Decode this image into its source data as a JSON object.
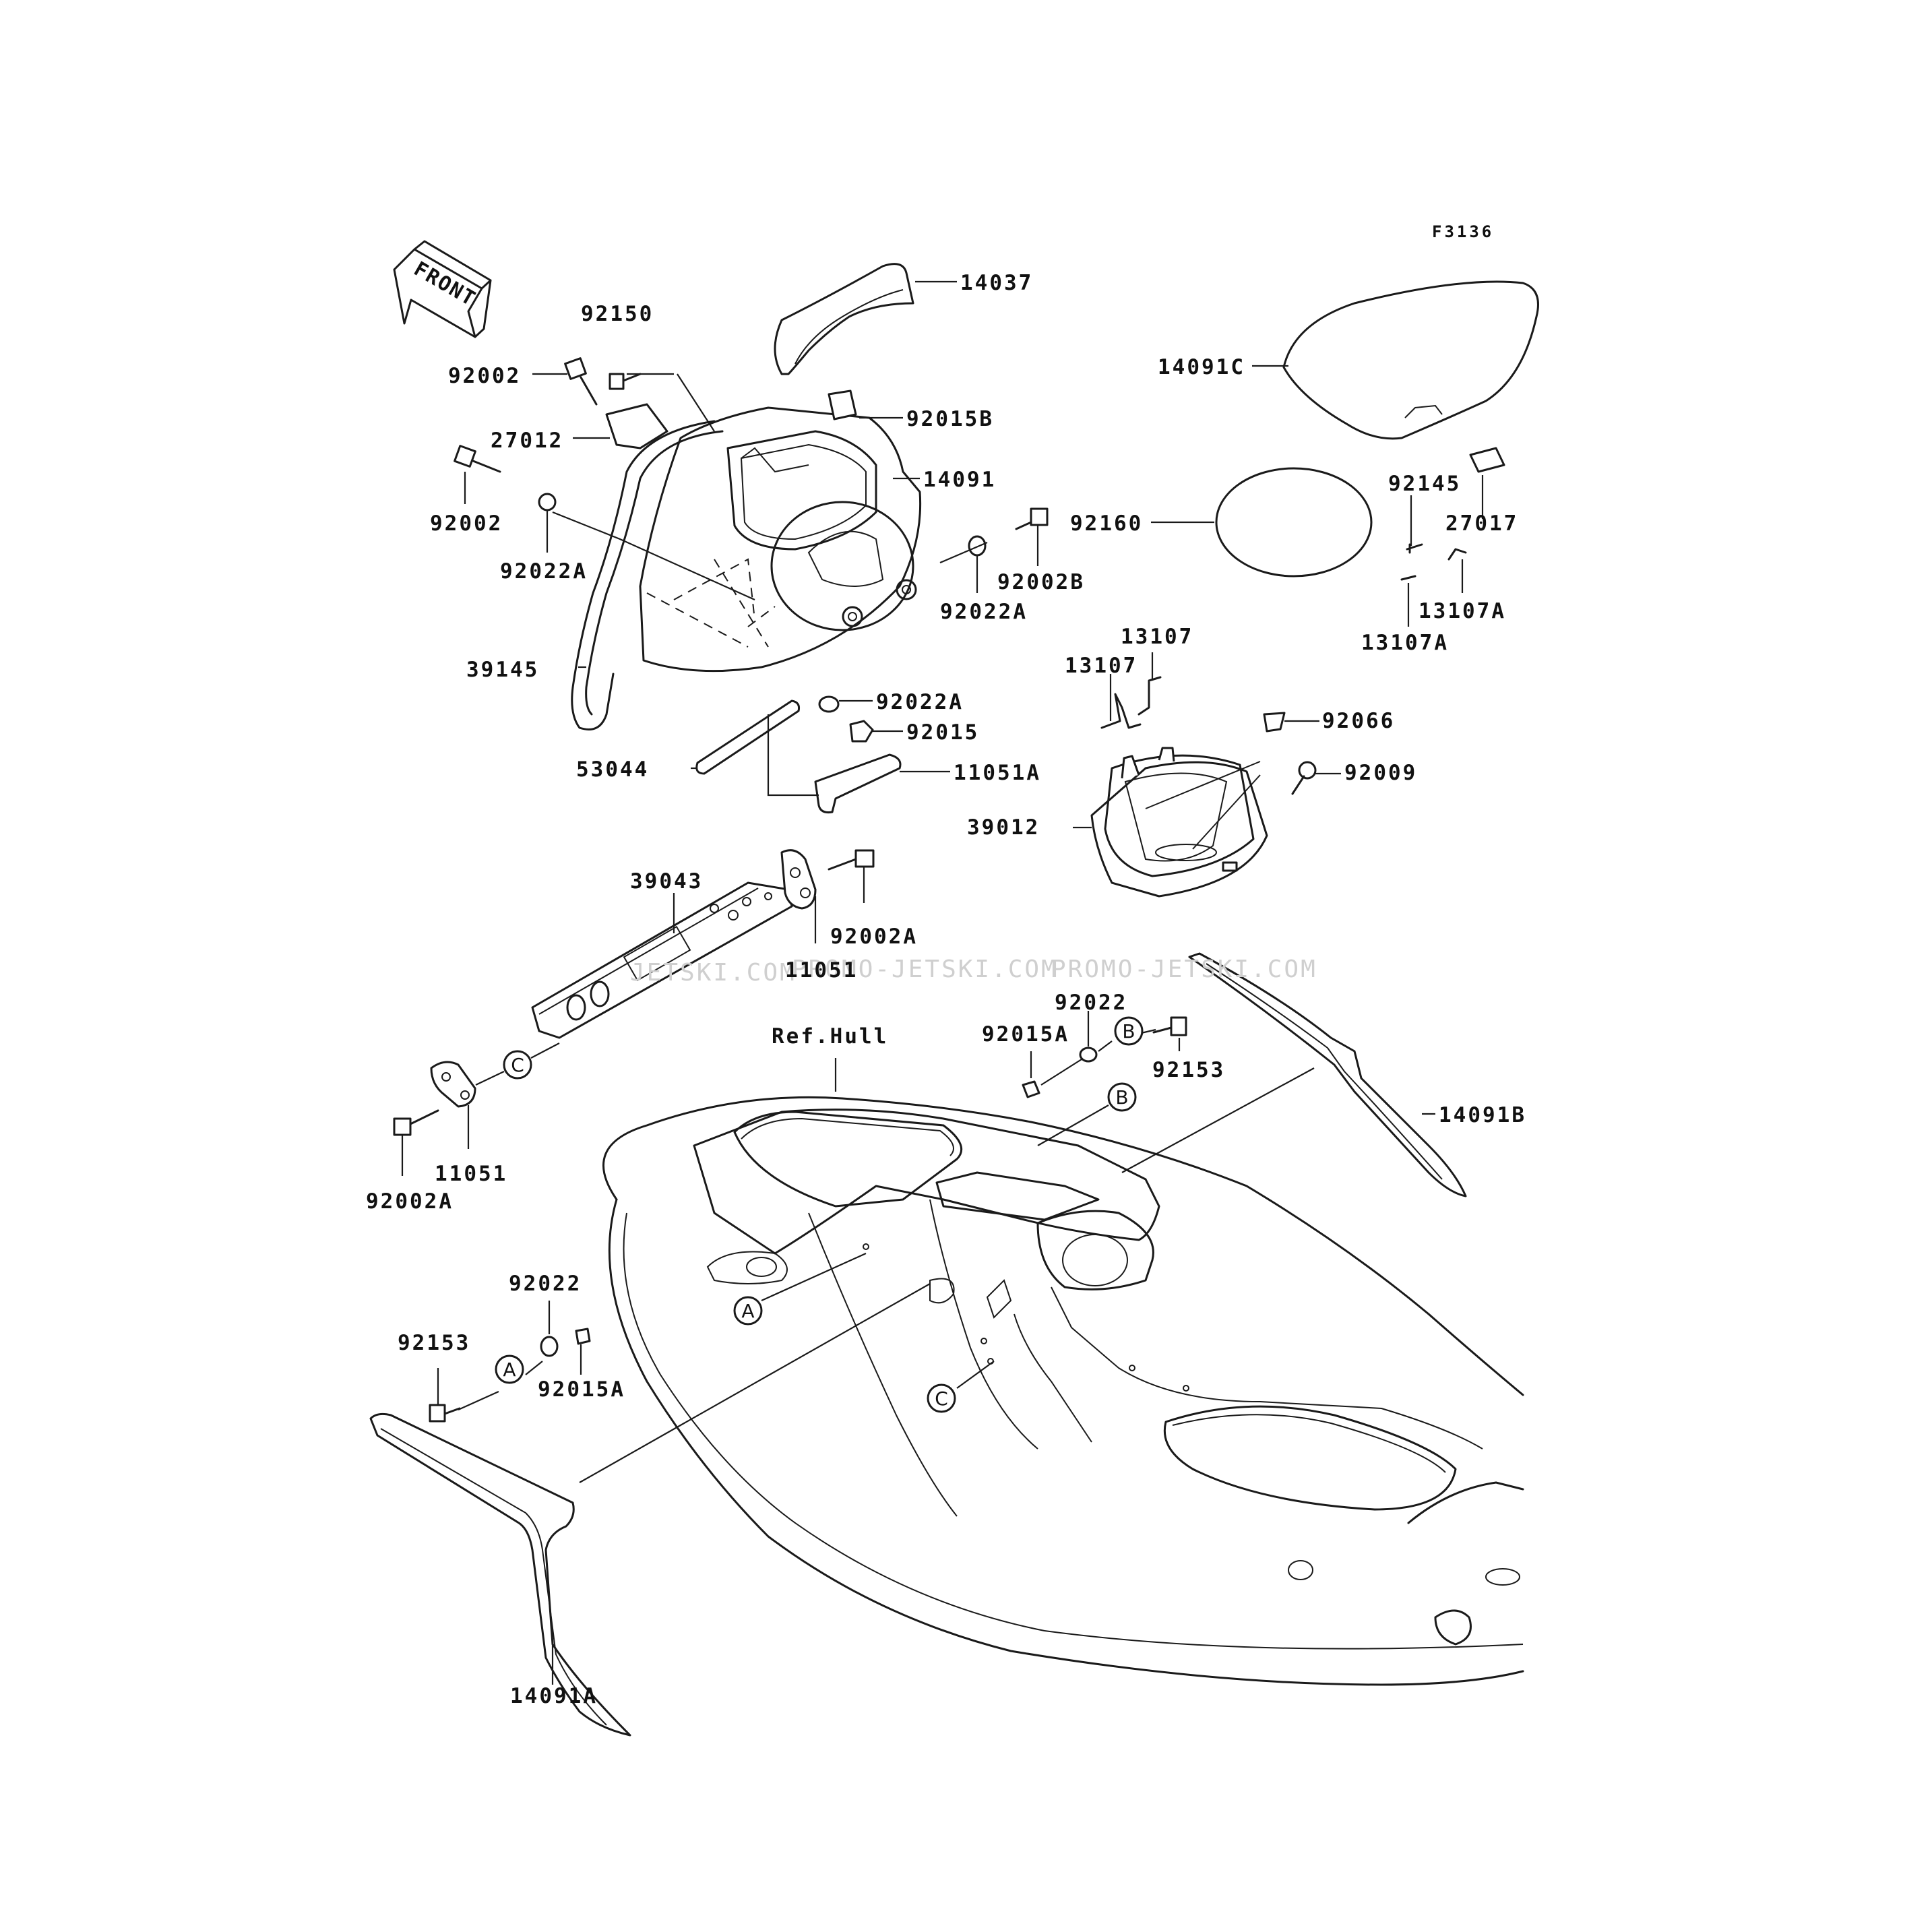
{
  "figure_code": "F3136",
  "front_arrow_label": "FRONT",
  "ref_hull_label": "Ref.Hull",
  "watermark_left": "JETSKI.COM",
  "watermark_mid": "PROMO-JETSKI.COM",
  "watermark_right": "PROMO-JETSKI.COM",
  "connectors": {
    "a": "A",
    "b": "B",
    "c": "C"
  },
  "parts": {
    "p14037": "14037",
    "p92150": "92150",
    "p92002_top": "92002",
    "p27012": "27012",
    "p92015b": "92015B",
    "p14091": "14091",
    "p92002_mid": "92002",
    "p92022a_left": "92022A",
    "p92002b": "92002B",
    "p92022a_right": "92022A",
    "p39145": "39145",
    "p92022a_low": "92022A",
    "p92015": "92015",
    "p53044": "53044",
    "p11051a": "11051A",
    "p39043": "39043",
    "p92002a_top": "92002A",
    "p11051_top": "11051",
    "p11051_bottom": "11051",
    "p92002a_bottom": "92002A",
    "p14091c": "14091C",
    "p92145": "92145",
    "p27017": "27017",
    "p92160": "92160",
    "p13107a_right": "13107A",
    "p13107a_left": "13107A",
    "p13107_a": "13107",
    "p13107_b": "13107",
    "p92066": "92066",
    "p92009": "92009",
    "p39012": "39012",
    "p92022_top": "92022",
    "p92015a_top": "92015A",
    "p92153_top": "92153",
    "p14091b": "14091B",
    "p92022_bottom": "92022",
    "p92153_bottom": "92153",
    "p92015a_bottom": "92015A",
    "p14091a": "14091A"
  }
}
